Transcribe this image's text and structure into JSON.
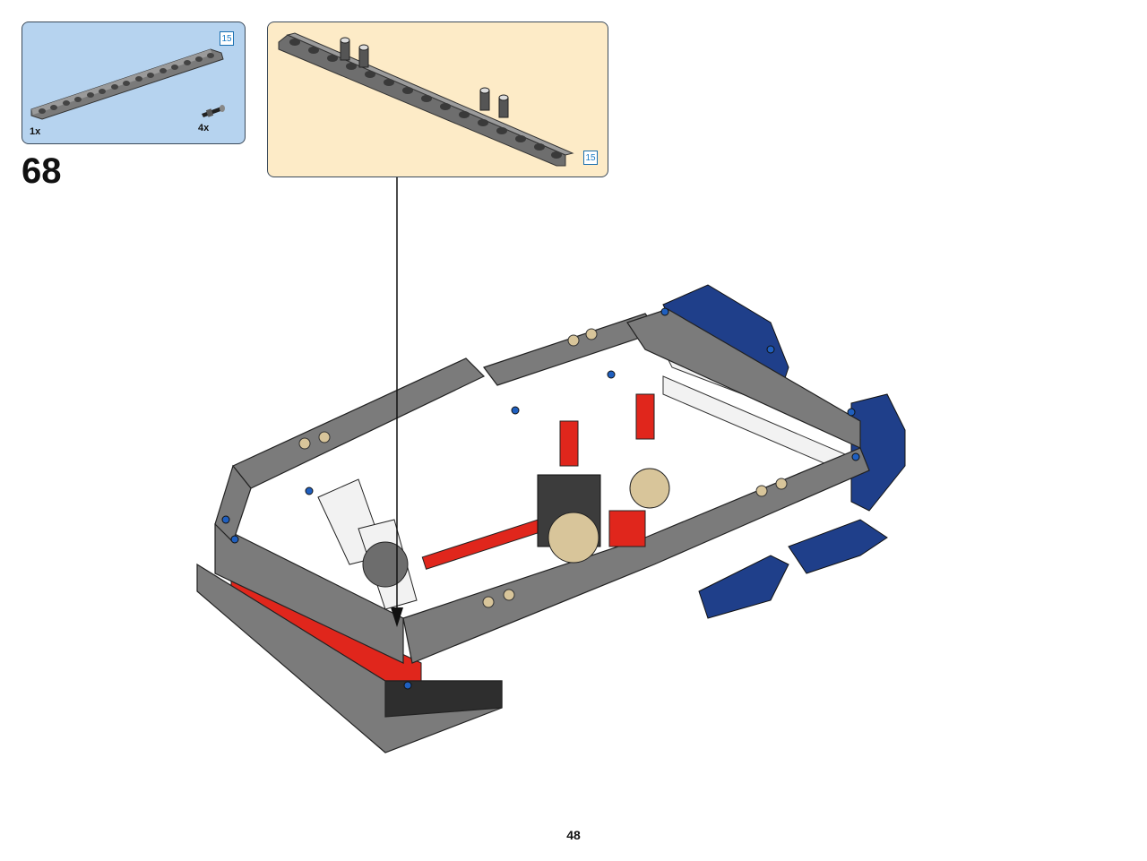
{
  "step": {
    "number": "68"
  },
  "parts_list": {
    "items": [
      {
        "name": "beam",
        "quantity": "1x",
        "length_label": "15"
      },
      {
        "name": "pin",
        "quantity": "4x"
      }
    ]
  },
  "submodel": {
    "length_label": "15"
  },
  "page": {
    "number": "48"
  },
  "colors": {
    "parts_bg": "#b6d3ef",
    "submodel_bg": "#fdebc7",
    "beam_gray": "#6e6e6e",
    "frame_gray": "#7b7b7b",
    "red": "#e0261c",
    "blue": "#1f3f8a",
    "white": "#f2f2f2",
    "tan": "#d8c59a"
  }
}
